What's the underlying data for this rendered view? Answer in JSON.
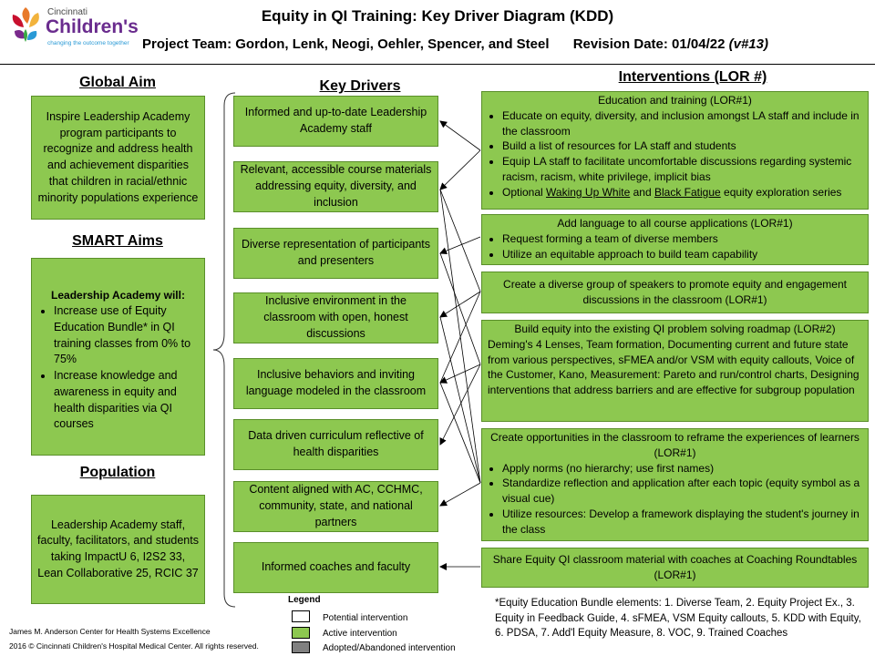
{
  "logo": {
    "line1": "Cincinnati",
    "line2": "Children's",
    "tagline": "changing the outcome together"
  },
  "header": {
    "title": "Equity in QI Training:  Key Driver Diagram (KDD)",
    "team": "Project Team:  Gordon, Lenk, Neogi, Oehler, Spencer, and Steel",
    "revision_label": "Revision Date: 01/04/22",
    "revision_version": "(v#13)"
  },
  "global_aim": {
    "heading": "Global Aim",
    "text": "Inspire Leadership Academy program participants to recognize and address health and achievement disparities that  children in racial/ethnic minority populations experience"
  },
  "smart_aims": {
    "heading": "SMART Aims",
    "lead": "Leadership Academy  will:",
    "items": [
      "Increase use of Equity Education Bundle* in QI training classes from 0% to 75%",
      "Increase knowledge and awareness in equity and health disparities via QI courses"
    ]
  },
  "population": {
    "heading": "Population",
    "text": "Leadership Academy staff, faculty, facilitators, and students taking ImpactU 6, I2S2 33, Lean Collaborative 25, RCIC  37"
  },
  "key_drivers": {
    "heading": "Key Drivers",
    "items": [
      "Informed and up-to-date Leadership Academy staff",
      "Relevant, accessible course materials addressing equity, diversity, and inclusion",
      "Diverse representation of participants and presenters",
      "Inclusive environment in the classroom with open, honest discussions",
      "Inclusive behaviors and inviting language modeled in the classroom",
      "Data driven curriculum reflective of health disparities",
      "Content aligned with AC, CCHMC, community, state, and national partners",
      "Informed coaches and faculty"
    ]
  },
  "interventions": {
    "heading": "Interventions (LOR #)",
    "education": {
      "title": "Education and training (LOR#1)",
      "bullets": [
        "Educate on equity, diversity, and inclusion amongst LA staff and include in the classroom",
        "Build a list of resources for LA staff and students",
        "Equip LA staff to facilitate uncomfortable discussions regarding systemic racism, racism, white privilege, implicit bias"
      ],
      "optional_prefix": "Optional ",
      "optional_link1": "Waking Up White",
      "optional_and": " and ",
      "optional_link2": "Black Fatigue",
      "optional_suffix": " equity exploration series"
    },
    "language": {
      "title": "Add language to all course applications (LOR#1)",
      "bullets": [
        "Request forming a team of diverse members",
        "Utilize an equitable approach to build team capability"
      ]
    },
    "speakers": "Create a diverse group of speakers to promote equity and engagement discussions in the classroom (LOR#1)",
    "roadmap": {
      "title": "Build equity into the existing QI problem solving roadmap (LOR#2)",
      "text": "Deming's 4 Lenses, Team formation, Documenting current and future state from various perspectives, sFMEA and/or VSM with equity callouts, Voice of the Customer, Kano, Measurement:  Pareto and run/control charts, Designing interventions that address barriers and are effective for subgroup population"
    },
    "reframe": {
      "title": "Create opportunities in the classroom to reframe the experiences of learners (LOR#1)",
      "bullets": [
        "Apply norms (no hierarchy; use first names)",
        "Standardize reflection and application after each topic (equity symbol as a visual cue)",
        "Utilize resources: Develop a framework displaying the student's journey in the class"
      ]
    },
    "share": "Share Equity QI classroom material with coaches at Coaching Roundtables (LOR#1)"
  },
  "legend": {
    "title": "Legend",
    "items": [
      {
        "label": "Potential intervention",
        "color": "#ffffff"
      },
      {
        "label": "Active intervention",
        "color": "#8dc850"
      },
      {
        "label": "Adopted/Abandoned intervention",
        "color": "#808080"
      }
    ]
  },
  "footnote": "*Equity Education Bundle elements: 1. Diverse Team, 2. Equity Project Ex., 3. Equity in Feedback Guide, 4. sFMEA, VSM Equity callouts, 5. KDD with Equity, 6. PDSA, 7. Add'l Equity Measure, 8. VOC, 9. Trained Coaches",
  "footer": {
    "line1": "James M. Anderson Center for Health Systems Excellence",
    "line2": "2016 © Cincinnati Children's Hospital Medical Center. All rights reserved."
  },
  "colors": {
    "active": "#8dc850",
    "border": "#5a8f2a",
    "adopted": "#808080"
  }
}
